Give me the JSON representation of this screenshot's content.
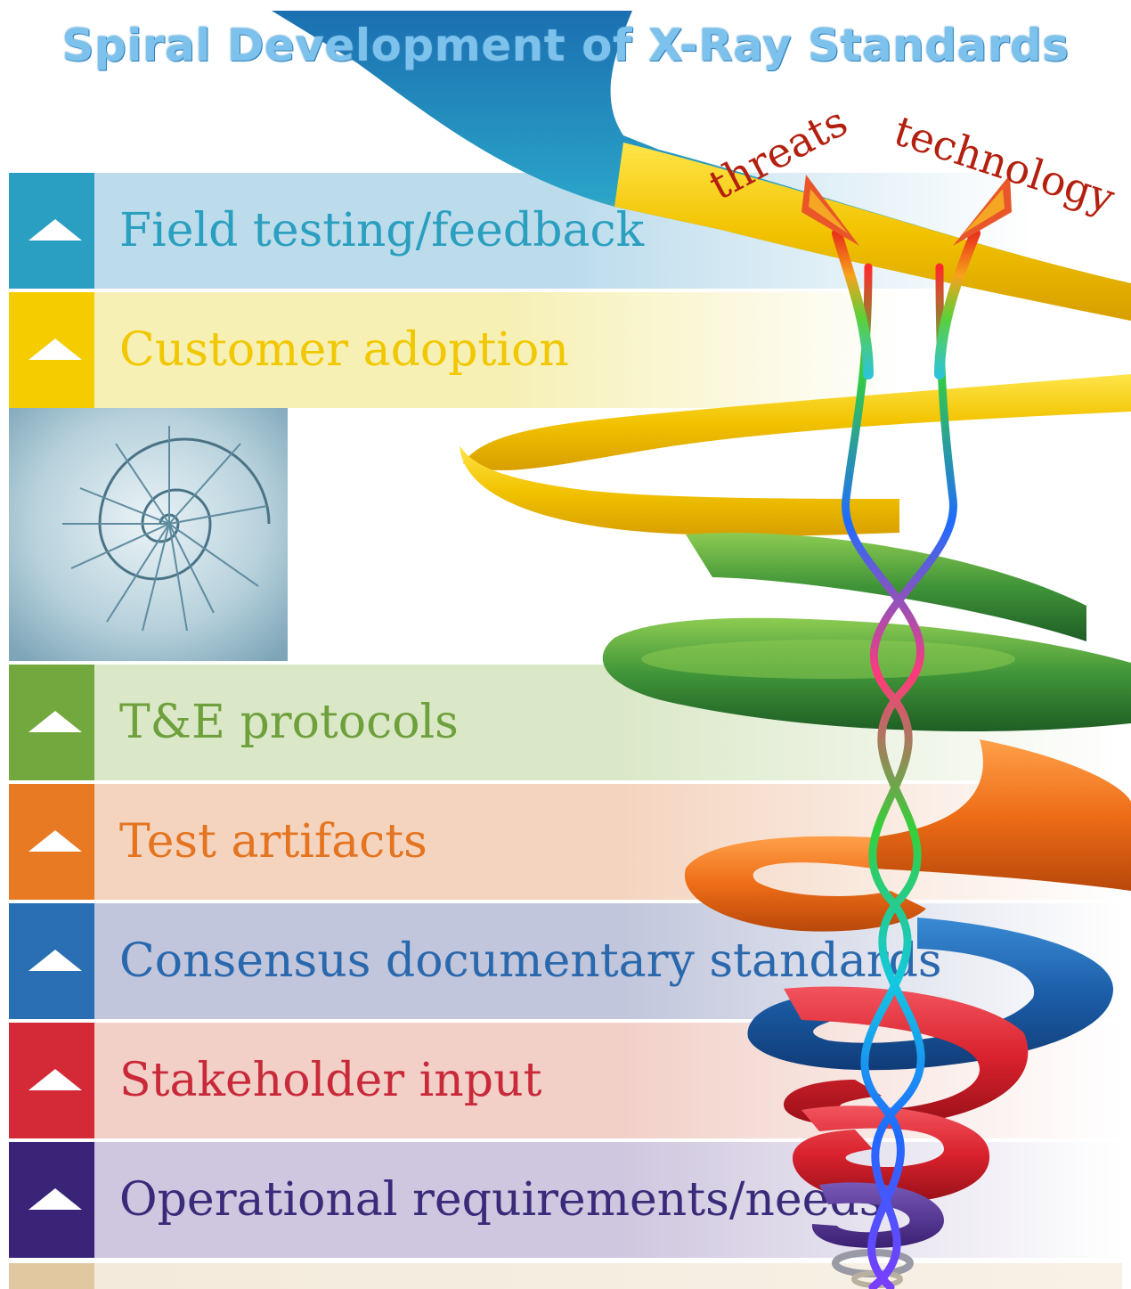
{
  "title": "Spiral Development of X-Ray Standards",
  "annotations": {
    "threats": "threats",
    "technology": "technology"
  },
  "stages": [
    {
      "label": "Field testing/feedback",
      "tab": "#2a9fc2",
      "tint": "#bcdcec",
      "text": "#2b9fbf"
    },
    {
      "label": "Customer adoption",
      "tab": "#f4cc00",
      "tint": "#f6f0b4",
      "text": "#f1c800"
    },
    {
      "label": "T&E protocols",
      "tab": "#72a83e",
      "tint": "#dbe8c8",
      "text": "#6ea03c"
    },
    {
      "label": "Test artifacts",
      "tab": "#e87a23",
      "tint": "#f4d4bf",
      "text": "#e47420"
    },
    {
      "label": "Consensus documentary standards",
      "tab": "#2a6fb4",
      "tint": "#c1c6dc",
      "text": "#2a68ad"
    },
    {
      "label": "Stakeholder input",
      "tab": "#d42a38",
      "tint": "#f2d0c8",
      "text": "#c92a3a"
    },
    {
      "label": "Operational requirements/needs",
      "tab": "#3a2478",
      "tint": "#cfc7df",
      "text": "#3a2a7a"
    }
  ],
  "icons": {
    "stage_marker": "triangle-up-icon",
    "image": "nautilus-shell-image"
  }
}
